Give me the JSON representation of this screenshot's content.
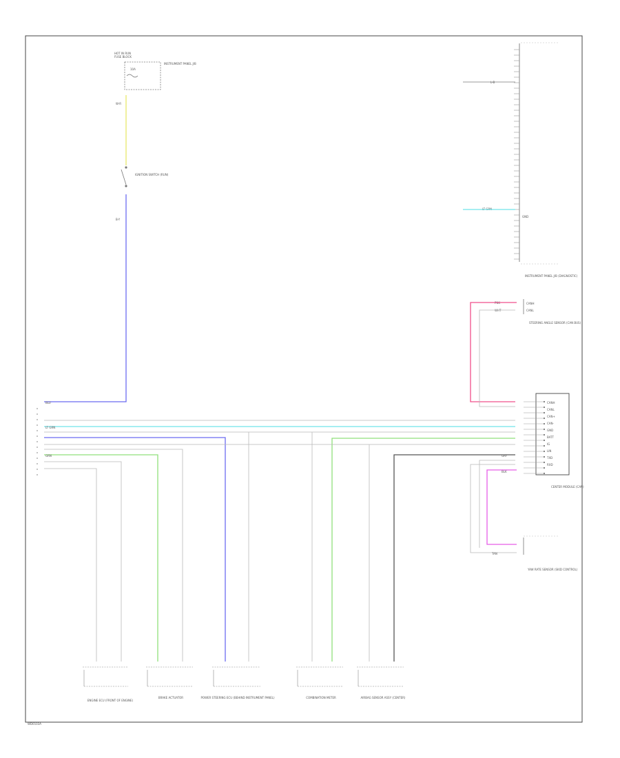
{
  "colors": {
    "yellow": "#e8e86a",
    "violet": "#6b6bf0",
    "cyan": "#6fe3ea",
    "green": "#8fe07a",
    "pink": "#f04f8a",
    "magenta": "#e65ce8",
    "gray": "#555555",
    "light_gray": "#b9b9b9",
    "frame": "#444444"
  },
  "components": {
    "fuse_box": {
      "title": "HOT IN RUN",
      "subtitle": "FUSE BLOCK",
      "fuse_label": "10A",
      "relay_label": "INSTRUMENT PANEL J/B"
    },
    "ignition_switch": {
      "label": "IGNITION SWITCH (RUN)"
    },
    "top_right_connector": {
      "label": "INSTRUMENT PANEL J/B (DIAGNOSTIC)",
      "pin_label": "GND"
    },
    "steering_sensor": {
      "label": "STEERING ANGLE SENSOR (CAN BUS)",
      "pin_can_hi": "CANH",
      "pin_can_lo": "CANL"
    },
    "center_module": {
      "label": "CENTER MODULE (CAN)",
      "pin_labels": [
        "CANH",
        "CANL",
        "CAN+",
        "CAN-",
        "GND",
        "BATT",
        "IG",
        "LIN",
        "TXD",
        "RXD"
      ]
    },
    "yaw_sensor": {
      "label": "YAW RATE SENSOR (SKID CONTROL)"
    },
    "bottom_modules": [
      {
        "label": "ENGINE ECU (FRONT OF ENGINE)"
      },
      {
        "label": "BRAKE ACTUATOR"
      },
      {
        "label": "POWER STEERING ECU (BEHIND INSTRUMENT PANEL)"
      },
      {
        "label": "COMBINATION METER"
      },
      {
        "label": "AIRBAG SENSOR ASSY (CENTER)"
      }
    ]
  },
  "wire_labels": {
    "w_r": "W-R",
    "b_y": "B-Y",
    "l_b": "L-B",
    "wht": "WHT",
    "ltgrn": "LT GRN",
    "blu": "BLU",
    "grn": "GRN",
    "pnk": "PNK",
    "gry": "GRY",
    "blk": "BLK",
    "tan": "TAN"
  },
  "footer": {
    "code": "WD0103A"
  }
}
